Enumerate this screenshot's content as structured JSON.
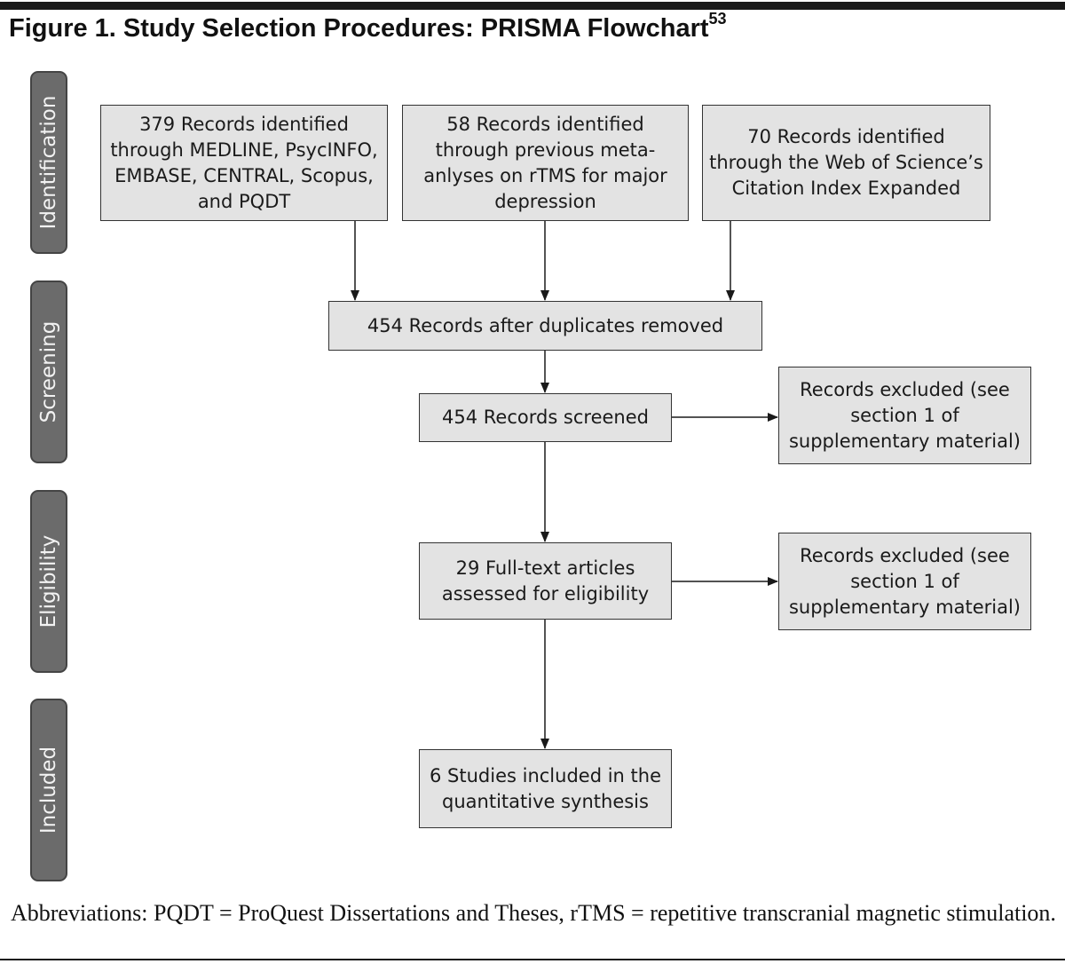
{
  "figure": {
    "title": "Figure 1. Study Selection Procedures: PRISMA Flowchart",
    "title_ref": "53"
  },
  "stages": {
    "identification": "Identification",
    "screening": "Screening",
    "eligibility": "Eligibility",
    "included": "Included"
  },
  "boxes": {
    "records_databases": "379 Records identified through MEDLINE, PsycINFO, EMBASE, CENTRAL, Scopus, and PQDT",
    "records_meta": "58 Records identified through previous meta-anlyses on rTMS for major depression",
    "records_wos": "70 Records identified through the Web of Science’s Citation Index Expanded",
    "after_duplicates": "454 Records after duplicates removed",
    "screened": "454 Records screened",
    "excluded_screening": "Records excluded (see section 1 of supplementary material)",
    "fulltext": "29 Full-text articles assessed for eligibility",
    "excluded_eligibility": "Records excluded (see section 1 of supplementary material)",
    "included": "6 Studies included in the quantitative synthesis"
  },
  "footnote": "Abbreviations: PQDT = ProQuest Dissertations and Theses, rTMS = repetitive transcranial magnetic stimulation.",
  "colors": {
    "box_fill": "#e3e3e3",
    "stage_fill": "#6b6b6b",
    "line": "#1a1a1a"
  }
}
